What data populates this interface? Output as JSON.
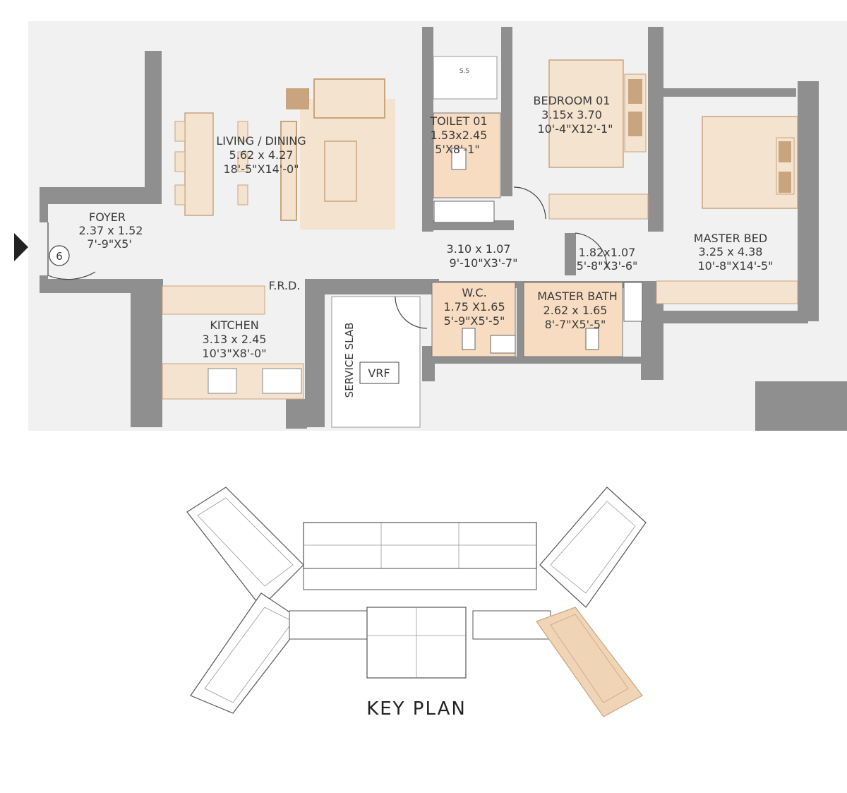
{
  "floor_plan": {
    "rooms": [
      {
        "id": "living",
        "name": "LIVING / DINING",
        "size_m": "5.62 x 4.27",
        "size_ft": "18'-5\"X14'-0\""
      },
      {
        "id": "foyer",
        "name": "FOYER",
        "size_m": "2.37 x 1.52",
        "size_ft": "7'-9\"X5'"
      },
      {
        "id": "kitchen",
        "name": "KITCHEN",
        "size_m": "3.13 x 2.45",
        "size_ft": "10'3\"X8'-0\""
      },
      {
        "id": "toilet01",
        "name": "TOILET 01",
        "size_m": "1.53x2.45",
        "size_ft": "5'X8'-1\""
      },
      {
        "id": "bedroom01",
        "name": "BEDROOM 01",
        "size_m": "3.15x 3.70",
        "size_ft": "10'-4\"X12'-1\""
      },
      {
        "id": "master_bed",
        "name": "MASTER BED",
        "size_m": "3.25 x 4.38",
        "size_ft": "10'-8\"X14'-5\""
      },
      {
        "id": "passage1",
        "name": "",
        "size_m": "3.10 x 1.07",
        "size_ft": "9'-10\"X3'-7\""
      },
      {
        "id": "passage2",
        "name": "",
        "size_m": "1.82x1.07",
        "size_ft": "5'-8\"X3'-6\""
      },
      {
        "id": "wc",
        "name": "W.C.",
        "size_m": "1.75 X1.65",
        "size_ft": "5'-9\"X5'-5\""
      },
      {
        "id": "master_bath",
        "name": "MASTER BATH",
        "size_m": "2.62 x 1.65",
        "size_ft": "8'-7\"X5'-5\""
      }
    ],
    "labels": {
      "frd": "F.R.D.",
      "service_slab": "SERVICE SLAB",
      "vrf": "VRF",
      "ss": "S.S",
      "door_number": "6"
    },
    "colors": {
      "wall": "#8f8f8f",
      "floor": "#f1f1f1",
      "tile": "#f7dcc1",
      "furniture": "#f3e3cf",
      "furniture_dark": "#c9a57f",
      "entry_arrow": "#222222"
    }
  },
  "key_plan": {
    "title": "KEY PLAN",
    "highlight_color": "#f0d4b6"
  }
}
